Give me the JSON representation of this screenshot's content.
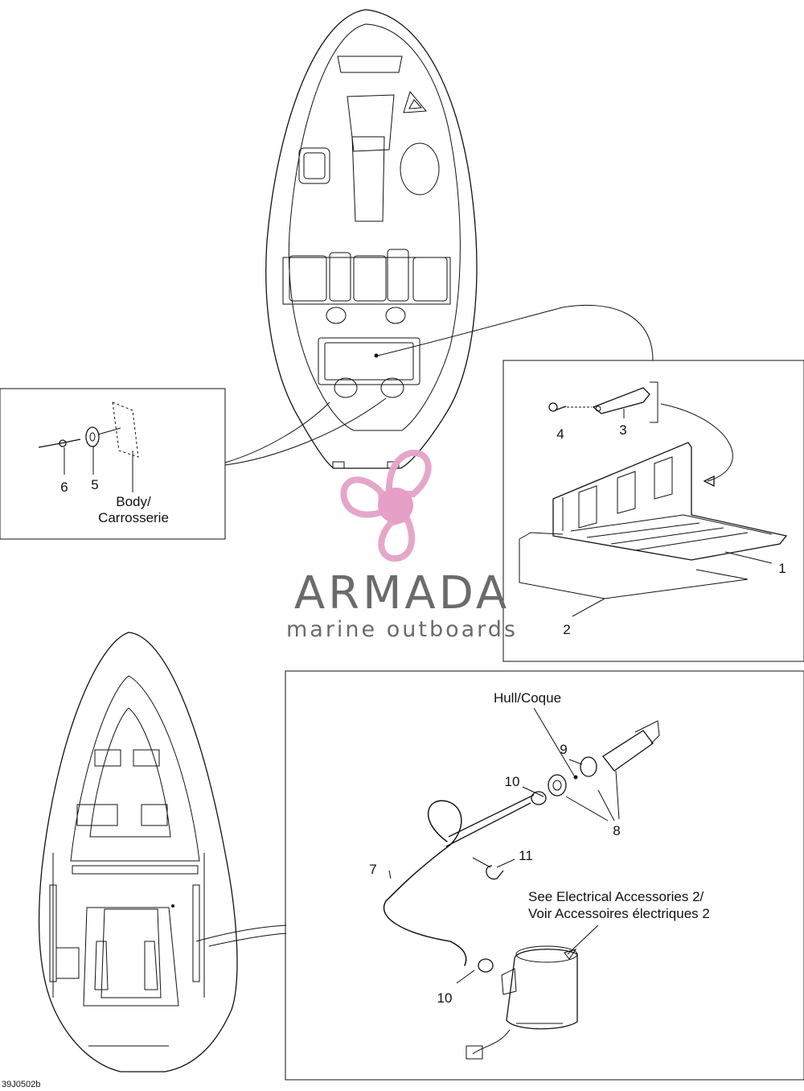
{
  "callouts": {
    "c1": "1",
    "c2": "2",
    "c3": "3",
    "c4": "4",
    "c5": "5",
    "c6": "6",
    "c7": "7",
    "c8": "8",
    "c9": "9",
    "c10a": "10",
    "c10b": "10",
    "c11": "11"
  },
  "labels": {
    "body_line1": "Body/",
    "body_line2": "Carrosserie",
    "hull": "Hull/Coque",
    "see_line1": "See Electrical Accessories 2/",
    "see_line2": "Voir Accessoires électriques 2"
  },
  "watermark": {
    "title": "ARMADA",
    "subtitle": "marine outboards",
    "colors": {
      "propeller": "#e4a3c7",
      "hub": "#e59ac4",
      "text": "#6b6b6b"
    }
  },
  "footer": {
    "code": "39J0502b"
  }
}
